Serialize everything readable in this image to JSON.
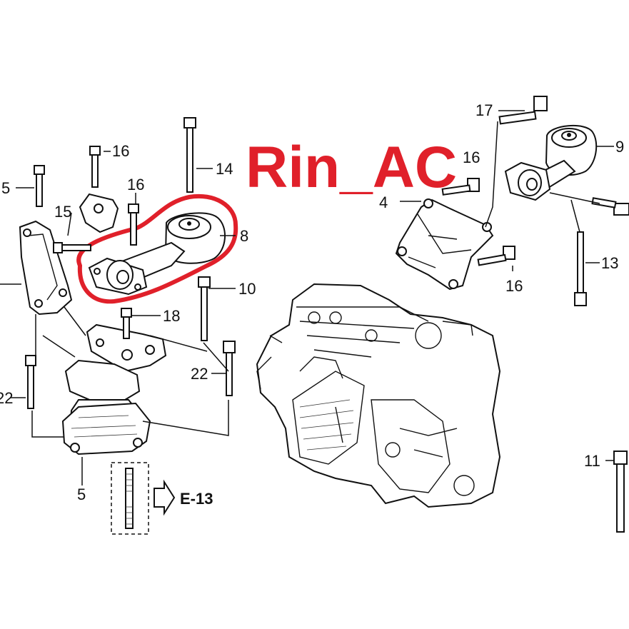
{
  "watermark": "Rin_AC",
  "highlight_color": "#e0202a",
  "callouts": {
    "c17": "17",
    "c16_top": "16",
    "c9": "9",
    "c4": "4",
    "c16_right": "16",
    "c13": "13",
    "c16_left_a": "16",
    "c16_left_b": "16",
    "c14": "14",
    "c5_top": "5",
    "c15": "15",
    "c8": "8",
    "c10": "10",
    "c18": "18",
    "c22_right": "22",
    "c22_left": "22",
    "c5_bottom": "5",
    "c11": "11"
  },
  "reference": {
    "label": "E-13",
    "arrow_icon": "outline-arrow-right-icon"
  }
}
